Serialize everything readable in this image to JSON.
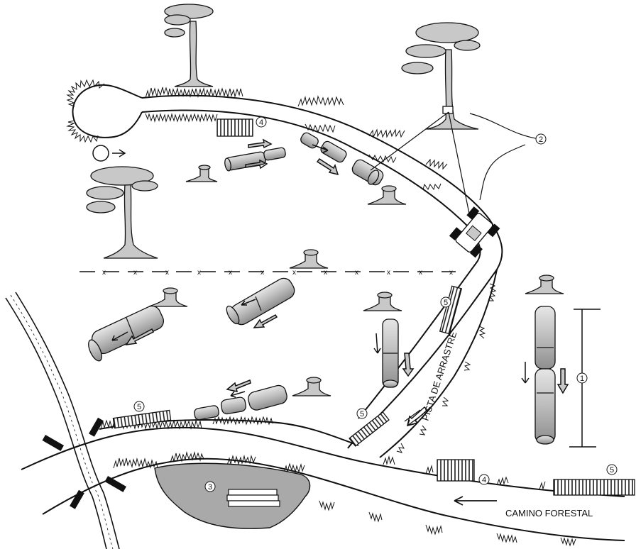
{
  "labels": {
    "road": "CAMINO FORESTAL",
    "skid_trail": "PISTA DE ARRASTRE"
  },
  "markers": {
    "m1": "1",
    "m2": "2",
    "m3": "3",
    "m4a": "4",
    "m4b": "4",
    "m5a": "5",
    "m5b": "5",
    "m5c": "5",
    "m5d": "5"
  },
  "colors": {
    "ink": "#111111",
    "log_fill": "#c8c8c8",
    "pond_fill": "#a9a9a9",
    "background": "#ffffff"
  }
}
